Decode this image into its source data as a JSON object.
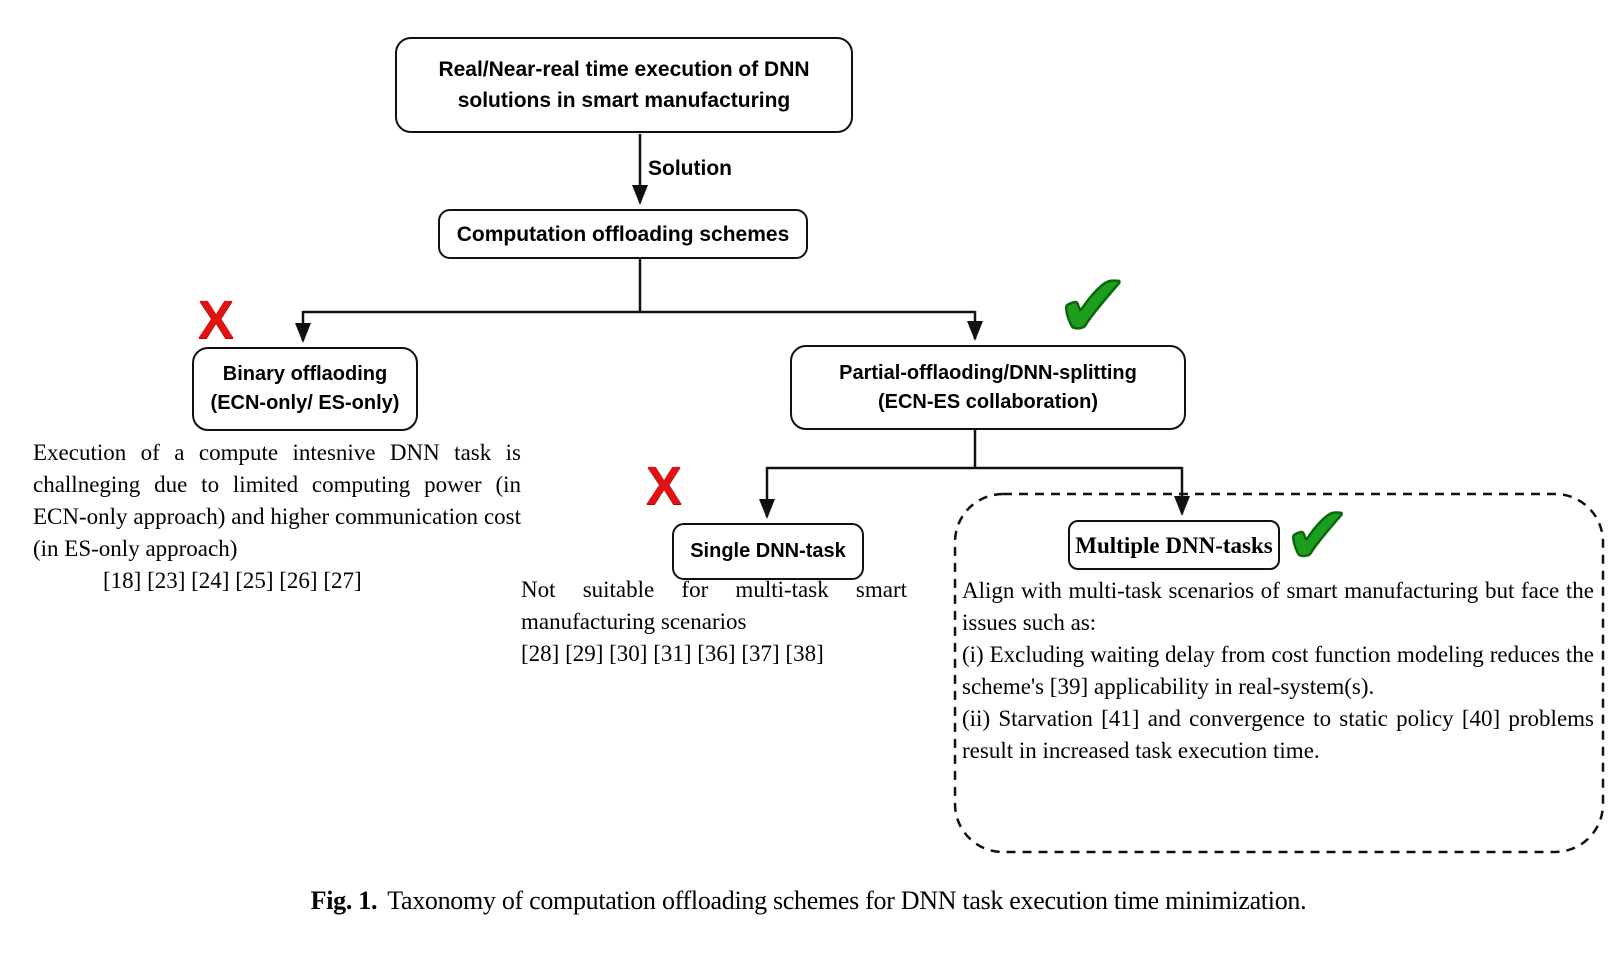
{
  "figure": {
    "caption_label": "Fig. 1.",
    "caption_text": "Taxonomy of computation offloading schemes for DNN task execution time minimization."
  },
  "colors": {
    "reject_red": "#e01212",
    "accept_green": "#1e9e1e",
    "line_black": "#111111"
  },
  "nodes": {
    "root": {
      "line1": "Real/Near-real time execution of DNN",
      "line2": "solutions in smart manufacturing"
    },
    "solution_label": "Solution",
    "offloading": {
      "label": "Computation offloading schemes"
    },
    "binary": {
      "line1": "Binary offlaoding",
      "line2": "(ECN-only/ ES-only)",
      "verdict": "rejected"
    },
    "partial": {
      "line1": "Partial-offlaoding/DNN-splitting",
      "line2": "(ECN-ES collaboration)",
      "verdict": "accepted"
    },
    "single": {
      "label": "Single DNN-task",
      "verdict": "rejected"
    },
    "multiple": {
      "label": "Multiple DNN-tasks",
      "verdict": "accepted"
    }
  },
  "notes": {
    "binary": {
      "text": "Execution of a compute intesnive DNN task is challneging due to limited computing power (in ECN-only approach) and higher communication cost (in ES-only approach)",
      "refs": "[18] [23] [24] [25] [26] [27]"
    },
    "single": {
      "text": "Not suitable for multi-task smart manufacturing scenarios",
      "refs": "[28] [29] [30] [31] [36] [37] [38]"
    },
    "multiple": {
      "intro": "Align with multi-task scenarios of smart manufacturing but face the issues such as:",
      "issue_i": "(i) Excluding waiting delay from cost function modeling reduces the scheme's [39] applicability in real-system(s).",
      "issue_ii": "(ii) Starvation [41] and convergence to static policy [40] problems result in increased task execution time."
    }
  }
}
